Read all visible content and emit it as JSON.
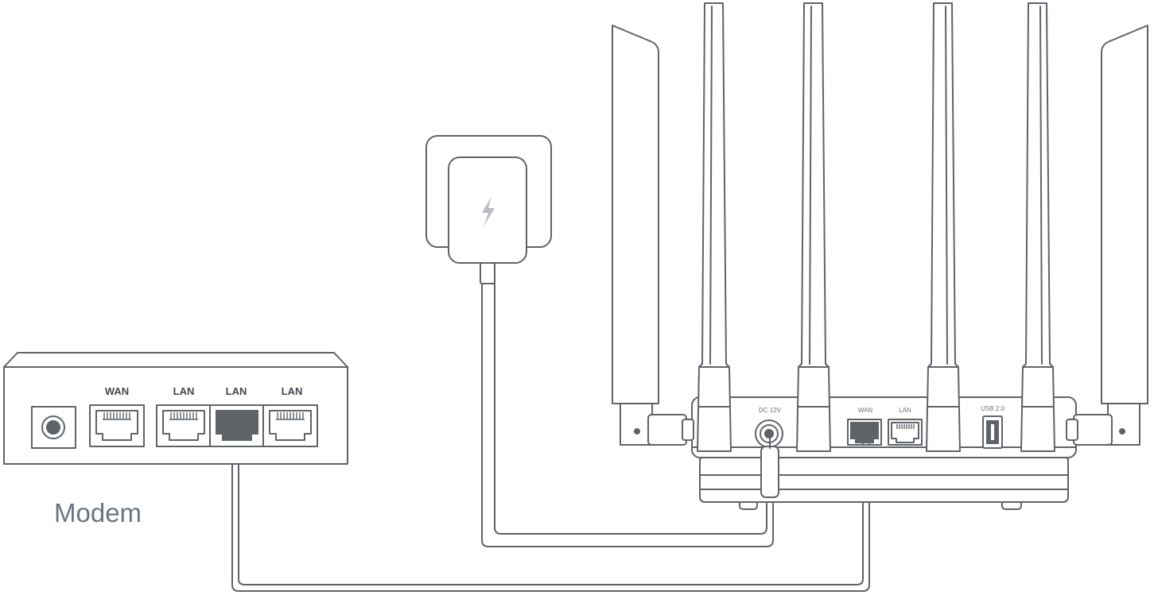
{
  "modem": {
    "caption": "Modem",
    "ports": [
      "WAN",
      "LAN",
      "LAN",
      "LAN"
    ]
  },
  "router": {
    "labels": {
      "dc": "DC 12V",
      "wan": "WAN",
      "lan": "LAN",
      "usb": "USB 2.0"
    }
  },
  "colors": {
    "line": "#5f6368",
    "caption": "#6b7480",
    "background": "#ffffff"
  },
  "icons": {
    "adapter": "lightning-bolt-icon"
  }
}
